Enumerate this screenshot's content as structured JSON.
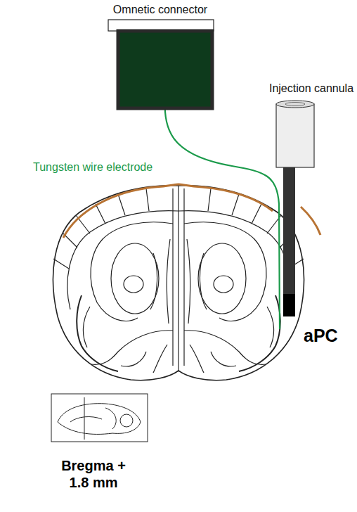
{
  "diagram": {
    "nodes": [
      {
        "text": [
          "Omnetic connector"
        ]
      },
      {
        "text": [
          "Injection cannula"
        ]
      }
    ],
    "labels": [
      "Tungsten wire electrode",
      "aPC",
      "Bregma + 1.8 mm"
    ]
  }
}
